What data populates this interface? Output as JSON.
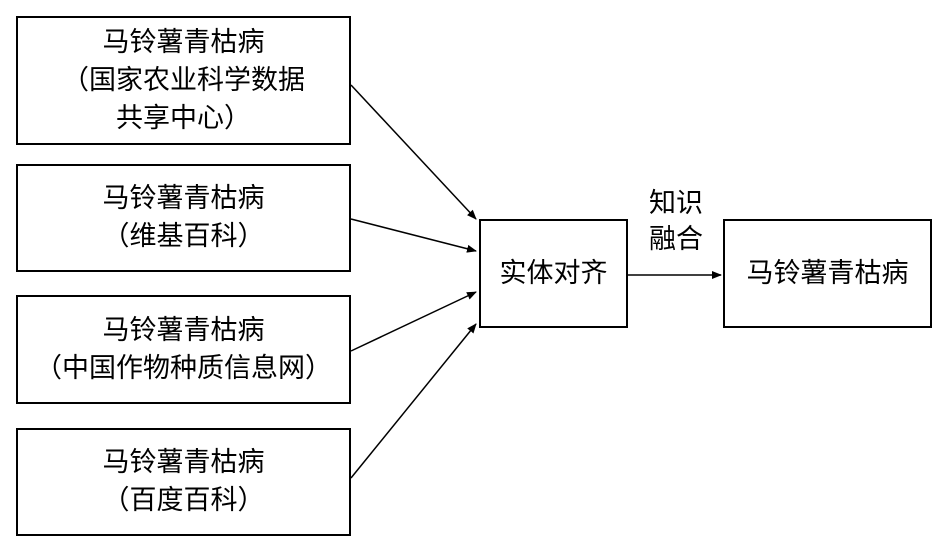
{
  "sources": [
    {
      "lines": [
        "马铃薯青枯病",
        "（国家农业科学数据",
        "共享中心）"
      ]
    },
    {
      "lines": [
        "马铃薯青枯病",
        "（维基百科）"
      ]
    },
    {
      "lines": [
        "马铃薯青枯病",
        "（中国作物种质信息网）"
      ]
    },
    {
      "lines": [
        "马铃薯青枯病",
        "（百度百科）"
      ]
    }
  ],
  "alignment": {
    "label": "实体对齐"
  },
  "fusion": {
    "lines": [
      "知识",
      "融合"
    ]
  },
  "result": {
    "label": "马铃薯青枯病"
  }
}
